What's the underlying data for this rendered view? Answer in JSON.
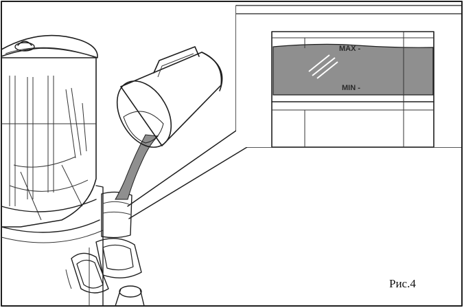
{
  "labels": {
    "max": "MAX -",
    "min": "MIN -",
    "caption": "Рис.4"
  },
  "colors": {
    "liquid": "#8f8f8f",
    "line": "#1e1e1e",
    "background": "#ffffff"
  },
  "icons": [
    "dispenser-bowl-icon",
    "pitcher-icon",
    "level-gauge-icon",
    "tap-icon"
  ]
}
